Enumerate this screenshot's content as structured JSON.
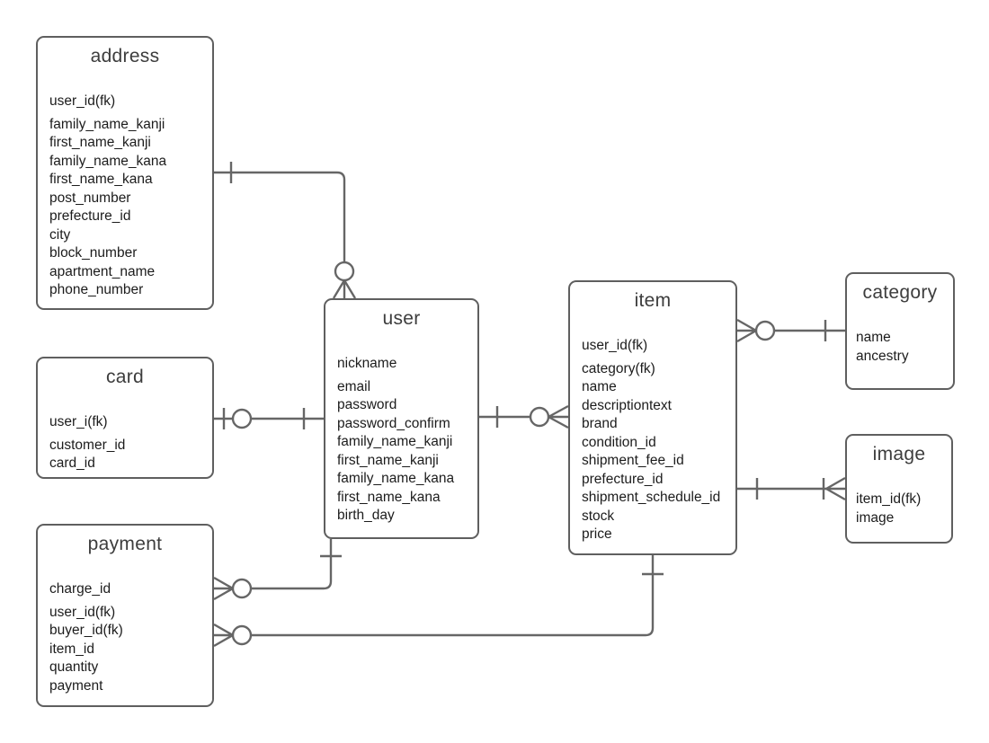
{
  "colors": {
    "line": "#666666",
    "box_border": "#5f5f5f",
    "title_text": "#3d3d3d",
    "field_text": "#1c1c1c",
    "background": "#ffffff"
  },
  "entities": [
    {
      "name": "address",
      "fields": [
        "user_id(fk)",
        "family_name_kanji",
        "first_name_kanji",
        "family_name_kana",
        "first_name_kana",
        "post_number",
        "prefecture_id",
        "city",
        "block_number",
        "apartment_name",
        "phone_number"
      ]
    },
    {
      "name": "card",
      "fields": [
        "user_i(fk)",
        "customer_id",
        "card_id"
      ]
    },
    {
      "name": "payment",
      "fields": [
        "charge_id",
        "user_id(fk)",
        "buyer_id(fk)",
        "item_id",
        "quantity",
        "payment"
      ]
    },
    {
      "name": "user",
      "fields": [
        "nickname",
        "email",
        "password",
        "password_confirm",
        "family_name_kanji",
        "first_name_kanji",
        "family_name_kana",
        "first_name_kana",
        "birth_day"
      ]
    },
    {
      "name": "item",
      "fields": [
        "user_id(fk)",
        "category(fk)",
        "name",
        "descriptiontext",
        "brand",
        "condition_id",
        "shipment_fee_id",
        "prefecture_id",
        "shipment_schedule_id",
        "stock",
        "price"
      ]
    },
    {
      "name": "category",
      "fields": [
        "name",
        "ancestry"
      ]
    },
    {
      "name": "image",
      "fields": [
        "item_id(fk)",
        "image"
      ]
    }
  ],
  "relationships": [
    {
      "from": "address",
      "to": "user",
      "from_cardinality": "one",
      "to_cardinality": "zero-or-many"
    },
    {
      "from": "card",
      "to": "user",
      "from_cardinality": "zero-or-one",
      "to_cardinality": "one"
    },
    {
      "from": "user",
      "to": "item",
      "from_cardinality": "one",
      "to_cardinality": "zero-or-many"
    },
    {
      "from": "item",
      "to": "category",
      "from_cardinality": "zero-or-many",
      "to_cardinality": "one"
    },
    {
      "from": "item",
      "to": "image",
      "from_cardinality": "one",
      "to_cardinality": "one-or-many"
    },
    {
      "from": "user",
      "to": "payment",
      "from_cardinality": "one",
      "to_cardinality": "zero-or-many"
    },
    {
      "from": "payment",
      "to": "item",
      "from_cardinality": "zero-or-many",
      "to_cardinality": "one"
    }
  ]
}
